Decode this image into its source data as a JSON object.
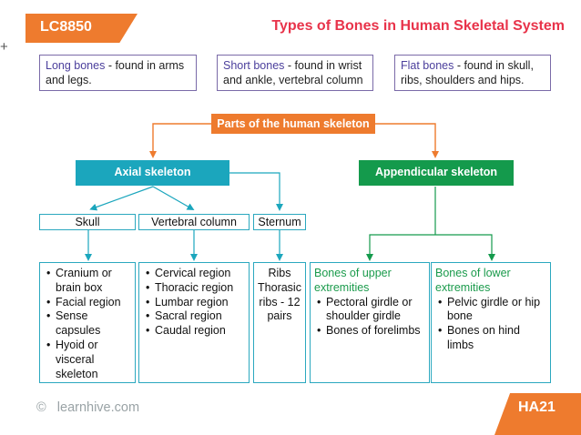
{
  "header": {
    "code": "LC8850",
    "title": "Types of Bones in Human Skeletal System",
    "plus_mark": "+"
  },
  "definitions": [
    {
      "term": "Long bones",
      "text": " - found in arms and legs."
    },
    {
      "term": "Short bones",
      "text": " - found in wrist and ankle, vertebral column"
    },
    {
      "term": "Flat bones",
      "text": " - found in skull, ribs, shoulders and hips."
    }
  ],
  "root": {
    "label": "Parts of the human skeleton"
  },
  "axial": {
    "label": "Axial skeleton",
    "children": [
      "Skull",
      "Vertebral column",
      "Sternum"
    ],
    "skull_items": [
      "Cranium or brain box",
      "Facial region",
      "Sense capsules",
      "Hyoid or visceral skeleton"
    ],
    "vertebral_items": [
      "Cervical region",
      "Thoracic region",
      "Lumbar region",
      "Sacral region",
      "Caudal region"
    ],
    "sternum_text": "Ribs Thorasic ribs - 12 pairs"
  },
  "appendicular": {
    "label": "Appendicular skeleton",
    "upper": {
      "heading": "Bones of upper extremities",
      "items": [
        "Pectoral girdle or shoulder girdle",
        "Bones of forelimbs"
      ]
    },
    "lower": {
      "heading": "Bones of lower extremities",
      "items": [
        "Pelvic girdle or hip bone",
        "Bones on hind limbs"
      ]
    }
  },
  "footer": {
    "copyright_symbol": "©",
    "site": "learnhive.com",
    "code": "HA21"
  },
  "colors": {
    "orange": "#ee7b2e",
    "title_red": "#e8334a",
    "teal": "#1ba6bd",
    "green": "#149a4c",
    "purple_border": "#7a6aa8"
  }
}
